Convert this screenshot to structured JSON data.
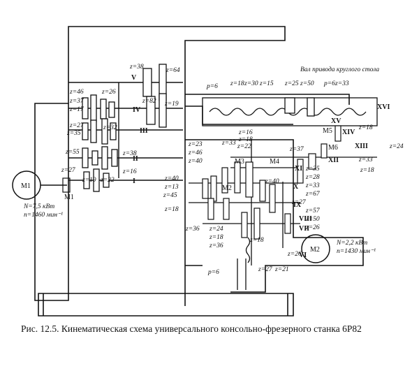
{
  "figure": {
    "caption": "Рис. 12.5. Кинематическая схема универсального консольно-фрезерного станка 6Р82"
  },
  "motors": {
    "main": {
      "name": "M1",
      "power": "N=7,5 кВт",
      "speed": "n=1460 мин⁻¹"
    },
    "feed": {
      "name": "M2",
      "power": "N=2,2 кВт",
      "speed": "n=1430 мин⁻¹"
    },
    "aux_feed": {
      "name": "M2"
    },
    "clutch_1": {
      "name": "M1"
    },
    "clutch_3": {
      "name": "M3"
    },
    "clutch_4": {
      "name": "M4"
    },
    "clutch_5": {
      "name": "M5"
    },
    "clutch_6": {
      "name": "M6"
    }
  },
  "shafts_spindle": [
    "I",
    "II",
    "III",
    "IV",
    "V"
  ],
  "shafts_feed": [
    "VI",
    "VII",
    "VIII",
    "IX",
    "X",
    "XI",
    "XII",
    "XIII",
    "XIV",
    "XV",
    "XVI"
  ],
  "gears_spindle": [
    "z=38",
    "z=64",
    "z=46",
    "z=26",
    "z=37",
    "z=17",
    "z=82",
    "z=19",
    "z=27",
    "z=32",
    "z=35",
    "z=38",
    "z=55",
    "z=16",
    "z=27",
    "z=19",
    "z=22"
  ],
  "gears_feed": [
    "z=18",
    "z=30",
    "z=15",
    "z=25",
    "z=50",
    "z=33",
    "z=16",
    "z=18",
    "z=22",
    "z=33",
    "z=37",
    "z=23",
    "z=46",
    "z=40",
    "z=35",
    "z=28",
    "z=33",
    "z=67",
    "z=40",
    "z=13",
    "z=45",
    "z=40",
    "z=18",
    "z=27",
    "z=57",
    "z=50",
    "z=26",
    "z=36",
    "z=24",
    "z=18",
    "z=36",
    "z=18",
    "z=27",
    "z=21",
    "z=26",
    "z=18",
    "z=33",
    "z=18",
    "z=24"
  ],
  "leadscrews": [
    "p=6",
    "p=6",
    "p=6"
  ],
  "round_table_label": "Вал привода круглого стола"
}
